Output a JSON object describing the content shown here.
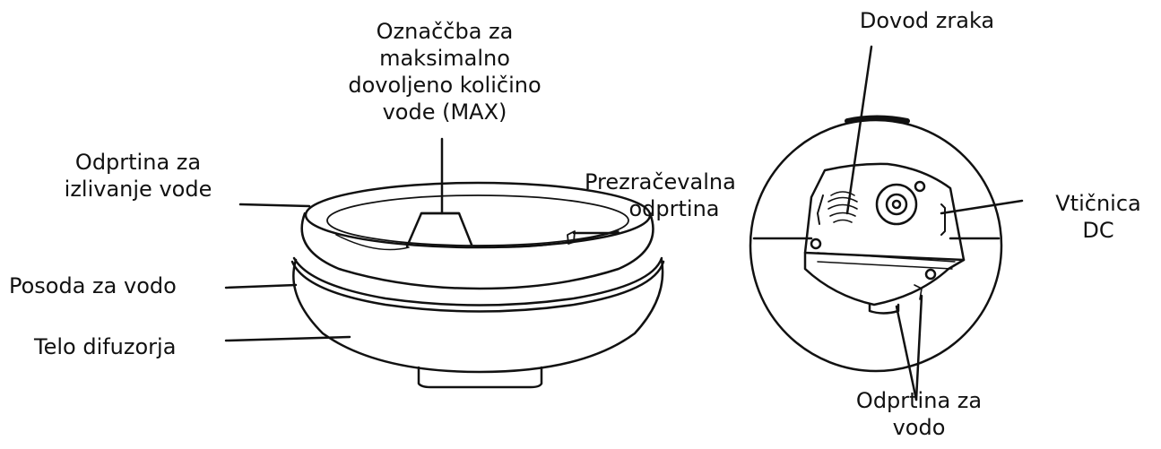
{
  "labels": {
    "max_mark": [
      "Označčba za",
      "maksimalno",
      "dovoljeno količino",
      "vode (MAX)"
    ],
    "pour_opening": [
      "Odprtina za",
      "izlivanje vode"
    ],
    "water_tank": "Posoda za vodo",
    "diffuser_body": "Telo difuzorja",
    "vent": [
      "Prezračevalna",
      "odprtina"
    ],
    "air_inlet": "Dovod zraka",
    "dc_socket": [
      "Vtičnica",
      "DC"
    ],
    "water_opening": [
      "Odprtina za",
      "vodo"
    ]
  }
}
